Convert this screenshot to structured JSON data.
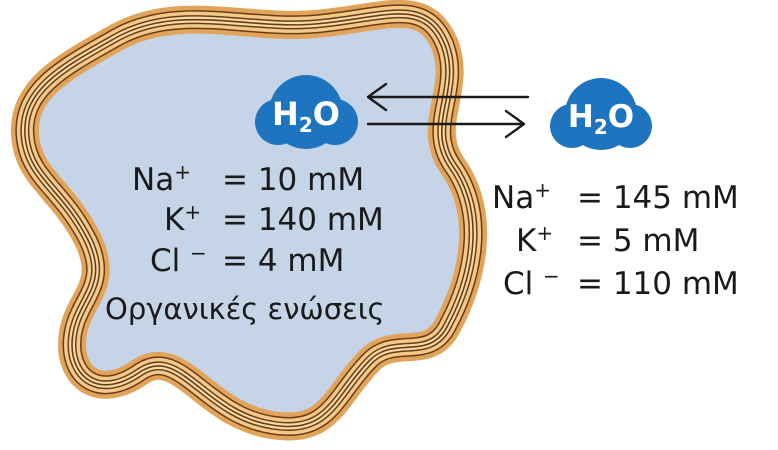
{
  "colors": {
    "cell_fill": "#c5d4e6",
    "membrane_outer": "#e2a45a",
    "membrane_stripe": "#6b3d14",
    "membrane_light": "#f6d9a6",
    "water": "#1f74c0",
    "text": "#1a1a1a"
  },
  "inside": {
    "molecule": {
      "base": "H",
      "sub": "2",
      "tail": "O"
    },
    "ions": [
      {
        "symbol": "Na",
        "charge": "+",
        "value": "= 10 mM"
      },
      {
        "symbol": "K",
        "charge": "+",
        "value": "= 140 mM"
      },
      {
        "symbol": "Cl",
        "charge": "−",
        "value": "= 4 mM"
      }
    ],
    "organic": "Οργανικές ενώσεις"
  },
  "outside": {
    "molecule": {
      "base": "H",
      "sub": "2",
      "tail": "O"
    },
    "ions": [
      {
        "symbol": "Na",
        "charge": "+",
        "value": "= 145 mM"
      },
      {
        "symbol": "K",
        "charge": "+",
        "value": "= 5 mM"
      },
      {
        "symbol": "Cl",
        "charge": "−",
        "value": "= 110 mM"
      }
    ]
  },
  "arrows": [
    "inward-arrow",
    "outward-arrow"
  ]
}
